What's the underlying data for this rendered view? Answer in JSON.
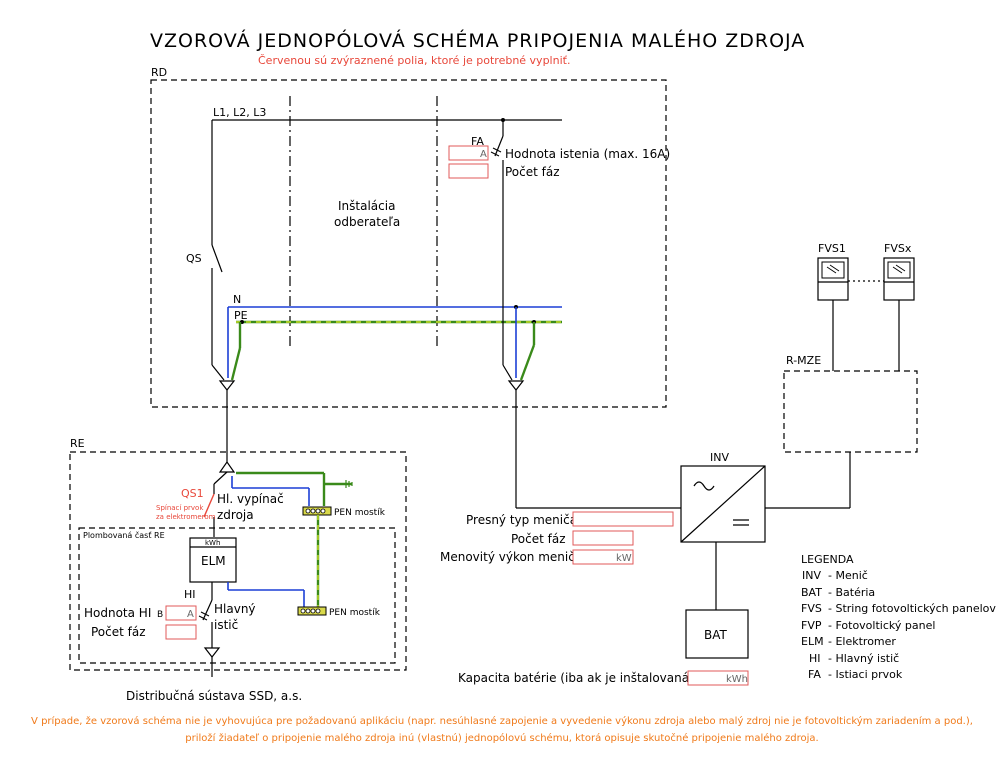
{
  "title": "VZOROVÁ JEDNOPÓLOVÁ SCHÉMA PRIPOJENIA MALÉHO ZDROJA",
  "subtitle": "Červenou sú zvýraznené polia, ktoré je potrebné vyplniť.",
  "rd": {
    "label": "RD",
    "bus_label": "L1, L2, L3",
    "qs_label": "QS",
    "n_label": "N",
    "pe_label": "PE",
    "installation_line1": "Inštalácia",
    "installation_line2": "odberateľa",
    "fa_label": "FA",
    "fa_current_unit": "A",
    "fa_current_label": "Hodnota istenia (max. 16A)",
    "fa_phases_label": "Počet fáz"
  },
  "re": {
    "label": "RE",
    "sealed_label": "Plombovaná časť RE",
    "qs1_label": "QS1",
    "qs1_note_line1": "Spínací prvok",
    "qs1_note_line2": "za elektromerom",
    "main_switch_line1": "Hl. vypínač",
    "main_switch_line2": "zdroja",
    "pen_bridge_1": "PEN mostík",
    "pen_bridge_2": "PEN mostík",
    "kwh_label": "kWh",
    "elm_label": "ELM",
    "hi_label": "HI",
    "hi_value_label": "Hodnota HI",
    "hi_prefix": "B",
    "hi_unit": "A",
    "hi_phases_label": "Počet fáz",
    "main_breaker_line1": "Hlavný",
    "main_breaker_line2": "istič",
    "grid_label": "Distribučná sústava SSD, a.s."
  },
  "inverter": {
    "label": "INV",
    "type_label": "Presný typ meniča",
    "phases_label": "Počet fáz",
    "power_label": "Menovitý výkon meniča",
    "power_unit": "kW"
  },
  "battery": {
    "label": "BAT",
    "capacity_label": "Kapacita batérie (iba ak je inštalovaná)",
    "capacity_unit": "kWh"
  },
  "pv": {
    "fvs1_label": "FVS1",
    "fvsx_label": "FVSx",
    "rmze_label": "R-MZE"
  },
  "legend": {
    "title": "LEGENDA",
    "items": [
      {
        "code": "INV",
        "text": "- Menič"
      },
      {
        "code": "BAT",
        "text": "- Batéria"
      },
      {
        "code": "FVS",
        "text": "- String fotovoltických panelov"
      },
      {
        "code": "FVP",
        "text": "- Fotovoltický panel"
      },
      {
        "code": "ELM",
        "text": "- Elektromer"
      },
      {
        "code": "HI",
        "text": "- Hlavný istič"
      },
      {
        "code": "FA",
        "text": "- Istiaci prvok"
      }
    ]
  },
  "footer": {
    "line1": "V prípade, že vzorová schéma nie je vyhovujúca pre požadovanú aplikáciu (napr. nesúhlasné zapojenie a vyvedenie výkonu zdroja alebo malý zdroj nie je fotovoltickým zariadením a pod.),",
    "line2": "priloží žiadateľ o pripojenie malého zdroja inú (vlastnú) jednopólovú schému, ktorá opisuje skutočné pripojenie malého zdroja."
  },
  "colors": {
    "field_border": "#e05a5a",
    "highlight_text": "#e8473a",
    "footer_text": "#f07a1a",
    "neutral_wire": "#1c3fd6",
    "pe_wire_green": "#3a8a1a",
    "pe_wire_yellow": "#e6f02e",
    "bridge_fill": "#d8d84a"
  }
}
